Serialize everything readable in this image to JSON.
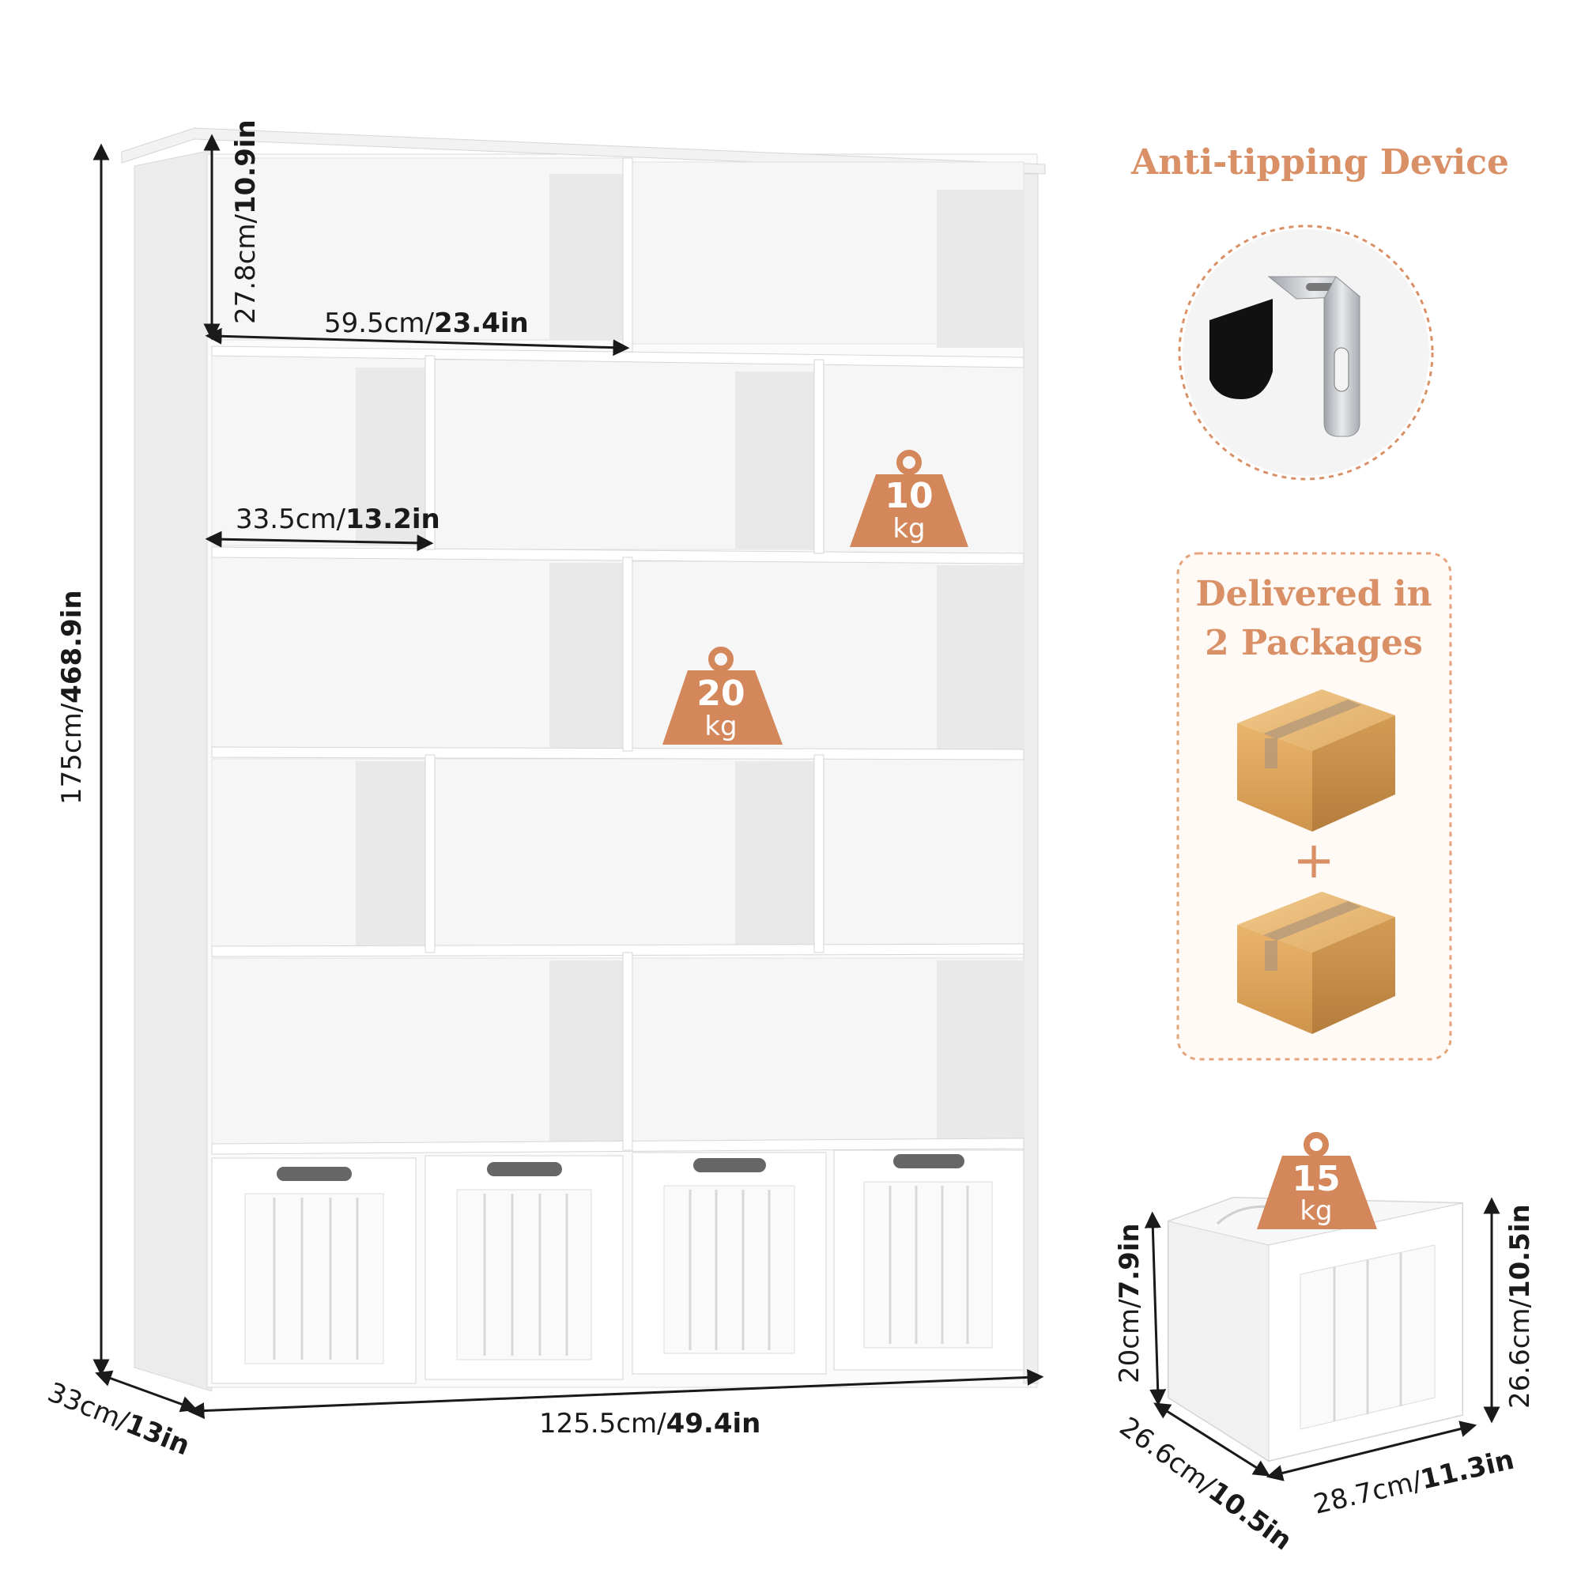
{
  "dimensions": {
    "top_shelf_height": {
      "cm": "27.8cm/",
      "in": "10.9in"
    },
    "half_width": {
      "cm": "59.5cm/",
      "in": "23.4in"
    },
    "cube_width": {
      "cm": "33.5cm/",
      "in": "13.2in"
    },
    "total_height": {
      "cm": "175cm/",
      "in": "468.9in"
    },
    "depth": {
      "cm": "33cm/",
      "in": "13in"
    },
    "total_width": {
      "cm": "125.5cm/",
      "in": "49.4in"
    },
    "bin_inner_height": {
      "cm": "20cm/",
      "in": "7.9in"
    },
    "bin_outer_height": {
      "cm": "26.6cm/",
      "in": "10.5in"
    },
    "bin_depth": {
      "cm": "26.6cm/",
      "in": "10.5in"
    },
    "bin_width": {
      "cm": "28.7cm/",
      "in": "11.3in"
    }
  },
  "weights": [
    {
      "value": "10",
      "unit": "kg"
    },
    {
      "value": "20",
      "unit": "kg"
    },
    {
      "value": "15",
      "unit": "kg"
    }
  ],
  "anti_tipping": {
    "title": "Anti-tipping Device"
  },
  "packages": {
    "line1": "Delivered in",
    "line2": "2 Packages",
    "plus": "+"
  },
  "colors": {
    "accent": "#d4875a",
    "title": "#d99066",
    "shelf": "#f4f4f4",
    "border": "#e6a47c"
  }
}
